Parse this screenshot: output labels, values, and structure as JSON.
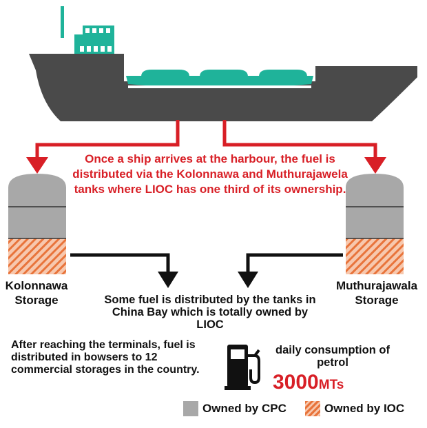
{
  "caption": "Once a ship arrives at the harbour, the fuel is distributed via the Kolonnawa and Muthurajawela tanks where LIOC has one third of its ownership.",
  "storages": {
    "left": {
      "label": "Kolonnawa Storage"
    },
    "right": {
      "label": "Muthurajawala Storage"
    }
  },
  "china_bay_text": "Some fuel is distributed by the tanks in China Bay which is totally owned by LIOC",
  "terminals_text": "After reaching the terminals, fuel is distributed in bowsers to 12 commercial storages in the country.",
  "consumption": {
    "label": "daily consumption of petrol",
    "value": "3000",
    "unit": "MTs"
  },
  "legend": {
    "cpc": {
      "label": "Owned by CPC",
      "color": "#a8a8a8"
    },
    "ioc": {
      "label": "Owned by IOC",
      "color": "#e8743b"
    }
  },
  "colors": {
    "ship_hull": "#4a4a4a",
    "ship_accent": "#1fb39a",
    "arrow_red": "#d81f26",
    "arrow_black": "#111111"
  },
  "icons": [
    "ship-icon",
    "fuel-pump-icon"
  ]
}
